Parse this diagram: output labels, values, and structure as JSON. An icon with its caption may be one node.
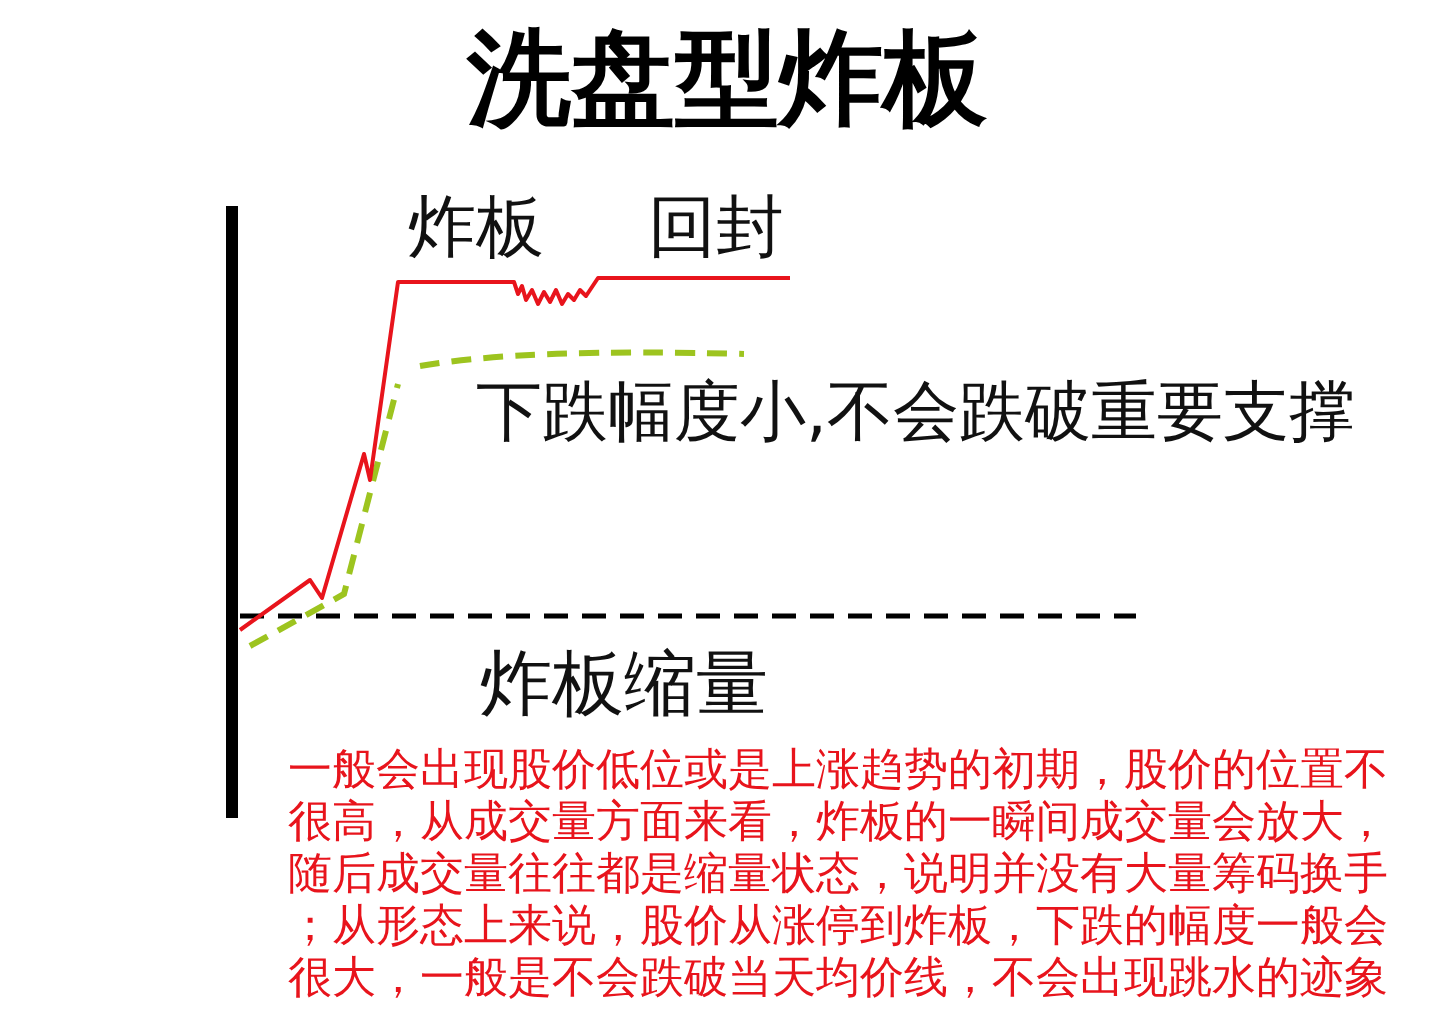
{
  "diagram": {
    "title": "洗盘型炸板",
    "labels": [
      "炸板",
      "回封",
      "下跌幅度小,不会跌破重要支撑",
      "炸板缩量",
      "一般会出现股价低位或是上涨趋势的初期，股价的位置不很高，从成交量方面来看，炸板的一瞬间成交量会放大，随后成交量往往都是缩量状态，说明并没有大量筹码换手；从形态上来说，股价从涨停到炸板，下跌的幅度一般会很大，一般是不会跌破当天均价线，不会出现跳水的迹象"
    ]
  }
}
